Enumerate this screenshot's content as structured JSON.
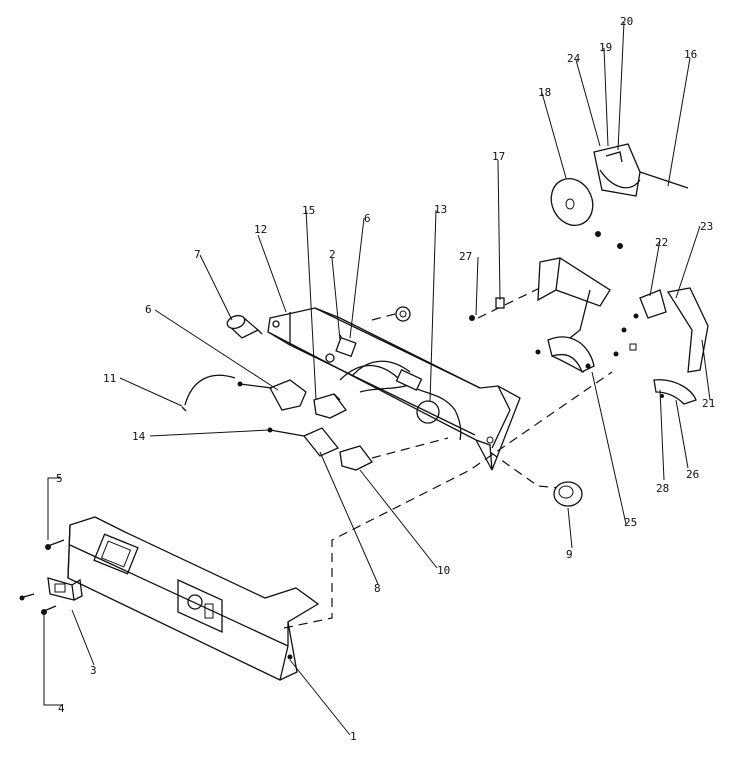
{
  "diagram": {
    "part_numbers": {
      "p1": "1",
      "p2": "2",
      "p3": "3",
      "p4": "4",
      "p5": "5",
      "p6a": "6",
      "p6b": "6",
      "p7": "7",
      "p8": "8",
      "p9": "9",
      "p10": "10",
      "p11": "11",
      "p12": "12",
      "p13": "13",
      "p14": "14",
      "p15": "15",
      "p16": "16",
      "p17": "17",
      "p18": "18",
      "p19": "19",
      "p20": "20",
      "p21": "21",
      "p22": "22",
      "p23": "23",
      "p24": "24",
      "p25": "25",
      "p26": "26",
      "p27": "27",
      "p28": "28"
    },
    "colors": {
      "line": "#111111",
      "background": "#ffffff"
    }
  }
}
